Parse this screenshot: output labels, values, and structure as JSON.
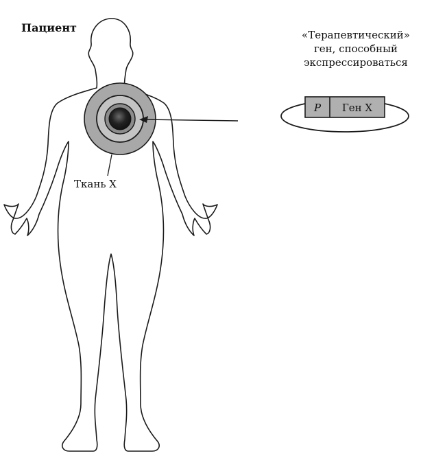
{
  "labels": {
    "patient": "Пациент",
    "tissue": "Ткань Х",
    "gene_caption": [
      "«Терапевтический»",
      "ген, способный",
      "экспрессироваться"
    ]
  },
  "plasmid": {
    "promoter": "P",
    "gene": "Ген Х"
  },
  "colors": {
    "outline": "#1a1a1a",
    "tissue_fill": "#a8a8a8",
    "gene_box_fill": "#b0b0b0",
    "core_fill": "#222222"
  }
}
